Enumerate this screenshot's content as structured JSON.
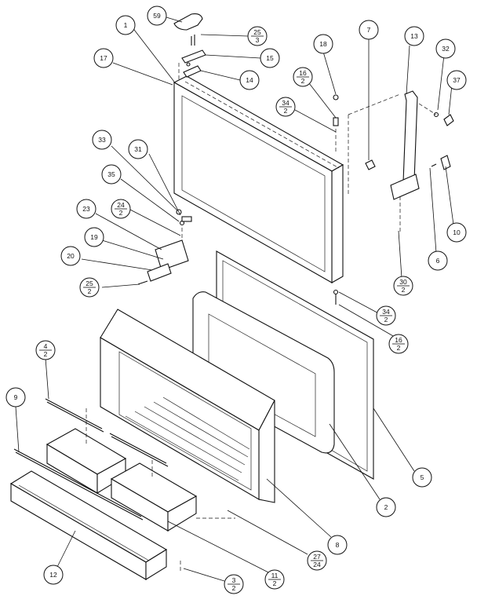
{
  "callouts": [
    {
      "id": "c59",
      "num": "59"
    },
    {
      "id": "c25a",
      "num": "25",
      "sub": "3"
    },
    {
      "id": "c15",
      "num": "15"
    },
    {
      "id": "c14",
      "num": "14"
    },
    {
      "id": "c1",
      "num": "1"
    },
    {
      "id": "c17",
      "num": "17"
    },
    {
      "id": "c18",
      "num": "18"
    },
    {
      "id": "c16a",
      "num": "16",
      "sub": "2"
    },
    {
      "id": "c34a",
      "num": "34",
      "sub": "2"
    },
    {
      "id": "c7",
      "num": "7"
    },
    {
      "id": "c13",
      "num": "13"
    },
    {
      "id": "c32",
      "num": "32"
    },
    {
      "id": "c37",
      "num": "37"
    },
    {
      "id": "c33",
      "num": "33"
    },
    {
      "id": "c31",
      "num": "31"
    },
    {
      "id": "c35",
      "num": "35"
    },
    {
      "id": "c24",
      "num": "24",
      "sub": "2"
    },
    {
      "id": "c23",
      "num": "23"
    },
    {
      "id": "c19",
      "num": "19"
    },
    {
      "id": "c20",
      "num": "20"
    },
    {
      "id": "c25b",
      "num": "25",
      "sub": "2"
    },
    {
      "id": "c10",
      "num": "10"
    },
    {
      "id": "c6",
      "num": "6"
    },
    {
      "id": "c30",
      "num": "30",
      "sub": "2"
    },
    {
      "id": "c34b",
      "num": "34",
      "sub": "2"
    },
    {
      "id": "c16b",
      "num": "16",
      "sub": "2"
    },
    {
      "id": "c4",
      "num": "4",
      "sub": "2"
    },
    {
      "id": "c9",
      "num": "9"
    },
    {
      "id": "c5",
      "num": "5"
    },
    {
      "id": "c2",
      "num": "2"
    },
    {
      "id": "c8",
      "num": "8"
    },
    {
      "id": "c27",
      "num": "27",
      "sub": "24"
    },
    {
      "id": "c11",
      "num": "11",
      "sub": "2"
    },
    {
      "id": "c12",
      "num": "12"
    },
    {
      "id": "c3",
      "num": "3",
      "sub": "2"
    }
  ]
}
